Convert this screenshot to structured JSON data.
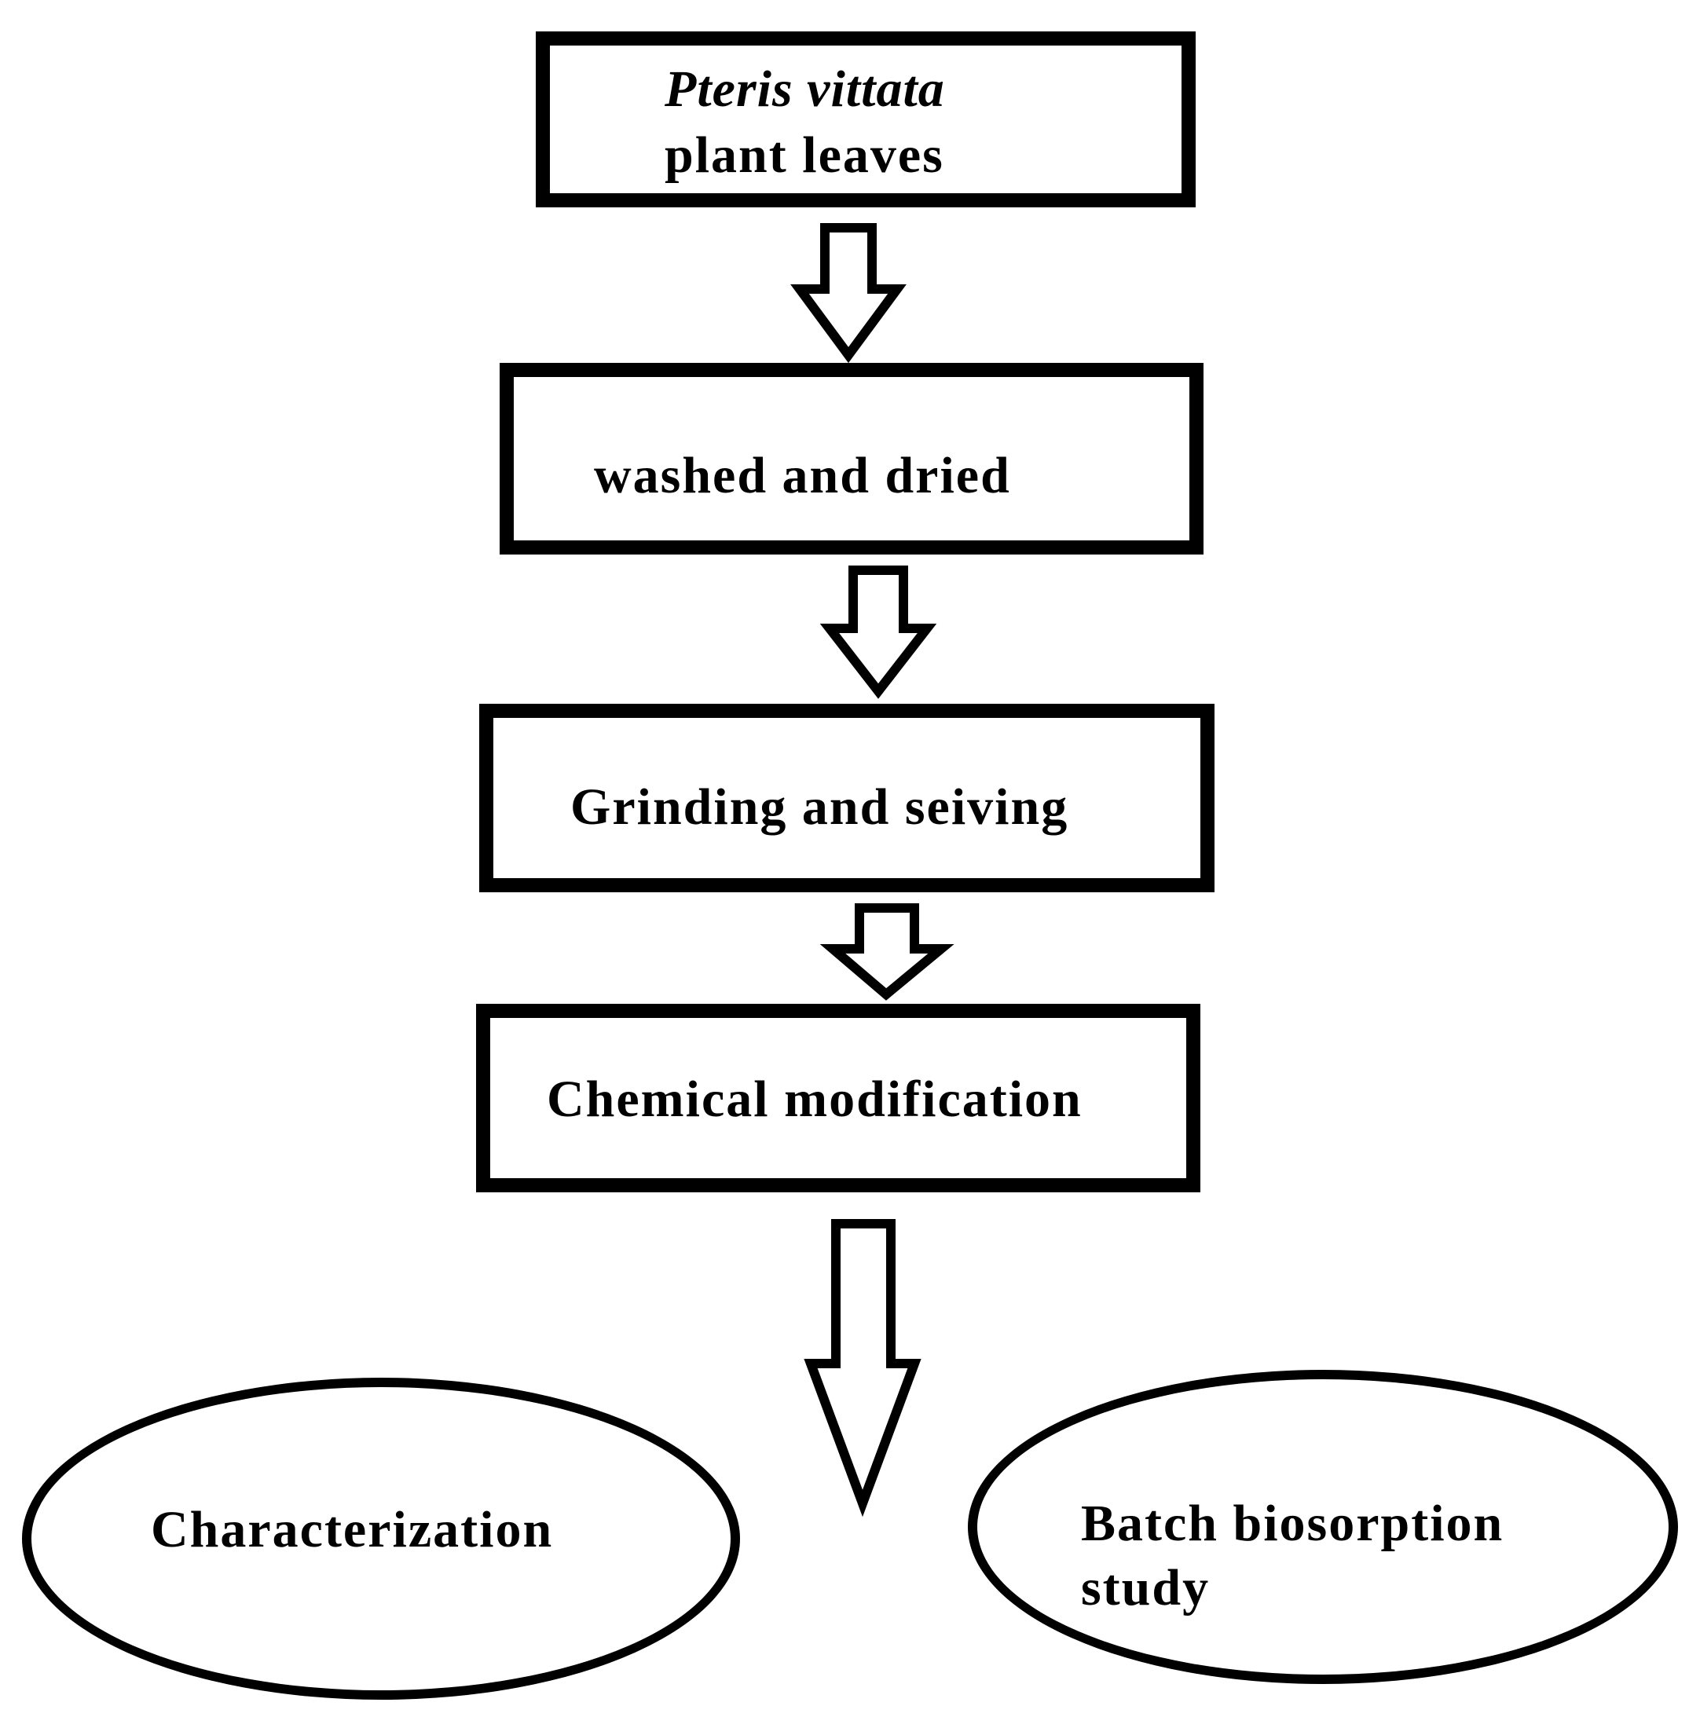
{
  "flowchart": {
    "steps": [
      {
        "line1": "Pteris vittata",
        "line2": "plant leaves"
      },
      {
        "text": "washed and dried"
      },
      {
        "text": "Grinding and seiving"
      },
      {
        "text": "Chemical modification"
      }
    ],
    "outcomes": [
      {
        "text": "Characterization"
      },
      {
        "line1": "Batch biosorption",
        "line2": "study"
      }
    ]
  }
}
